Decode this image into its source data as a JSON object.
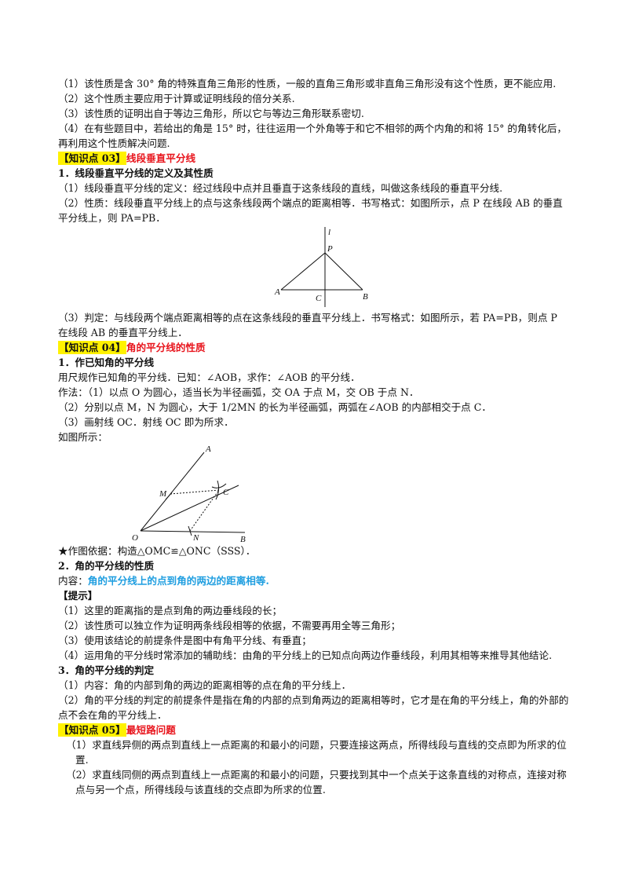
{
  "section1": {
    "items": [
      "（1）该性质是含 30° 角的特殊直角三角形的性质，一般的直角三角形或非直角三角形没有这个性质，更不能应用.",
      "（2）这个性质主要应用于计算或证明线段的倍分关系.",
      "（3）该性质的证明出自于等边三角形，所以它与等边三角形联系密切.",
      "（4）在有些题目中，若给出的角是 15° 时，往往运用一个外角等于和它不相邻的两个内角的和将 15° 的角转化后，再利用这个性质解决问题."
    ]
  },
  "kp03": {
    "tag": "【知识点 03】",
    "title": "线段垂直平分线",
    "subheading": "1．线段垂直平分线的定义及其性质",
    "def": "（1）线段垂直平分线的定义：经过线段中点并且垂直于这条线段的直线，叫做这条线段的垂直平分线.",
    "prop": "（2）性质：线段垂直平分线上的点与这条线段两个端点的距离相等．书写格式：如图所示，点 P 在线段 AB 的垂直平分线上，则 PA=PB．",
    "judge": "（3）判定：与线段两个端点距离相等的点在这条线段的垂直平分线上．书写格式：如图所示，若 PA=PB，则点 P 在线段 AB 的垂直平分线上．",
    "figure": {
      "l": "l",
      "P": "P",
      "A": "A",
      "C": "C",
      "B": "B"
    }
  },
  "kp04": {
    "tag": "【知识点 04】",
    "title": "角的平分线的性质",
    "sub1": "1．作已知角的平分线",
    "line1": "用尺规作已知角的平分线．已知：∠AOB，求作：∠AOB 的平分线．",
    "line2": "作法：（1）以点 O 为圆心，适当长为半径画弧，交 OA 于点 M，交 OB 于点 N．",
    "line3": "（2）分别以点 M，N 为圆心，大于 1/2MN 的长为半径画弧，两弧在∠AOB 的内部相交于点 C．",
    "line4": "（3）画射线 OC．射线 OC 即为所求．",
    "line5": "如图所示：",
    "figure": {
      "A": "A",
      "M": "M",
      "C": "C",
      "O": "O",
      "N": "N",
      "B": "B"
    },
    "basis": "★作图依据：构造△OMC≌△ONC（SSS）．",
    "sub2": "2．角的平分线的性质",
    "content_label": "内容：",
    "content_text": "角的平分线上的点到角的两边的距离相等.",
    "hint_label": "【提示】",
    "hints": [
      "（1）这里的距离指的是点到角的两边垂线段的长；",
      "（2）该性质可以独立作为证明两条线段相等的依据，不需要再用全等三角形；",
      "（3）使用该结论的前提条件是图中有角平分线、有垂直；",
      "（4）运用角的平分线时常添加的辅助线：由角的平分线上的已知点向两边作垂线段，利用其相等来推导其他结论."
    ],
    "sub3": "3．角的平分线的判定",
    "judge1": "（1）内容：角的内部到角的两边的距离相等的点在角的平分线上．",
    "judge2": "（2）角的平分线的判定的前提条件是指在角的内部的点到角两边的距离相等时，它才是在角的平分线上，角的外部的点不会在角的平分线上．"
  },
  "kp05": {
    "tag": "【知识点 05】",
    "title": "最短路问题",
    "items": [
      "（1）求直线异侧的两点到直线上一点距离的和最小的问题，只要连接这两点，所得线段与直线的交点即为所求的位置.",
      "（2）求直线同侧的两点到直线上一点距离的和最小的问题，只要找到其中一个点关于这条直线的对称点，连接对称点与另一个点，所得线段与该直线的交点即为所求的位置."
    ]
  }
}
